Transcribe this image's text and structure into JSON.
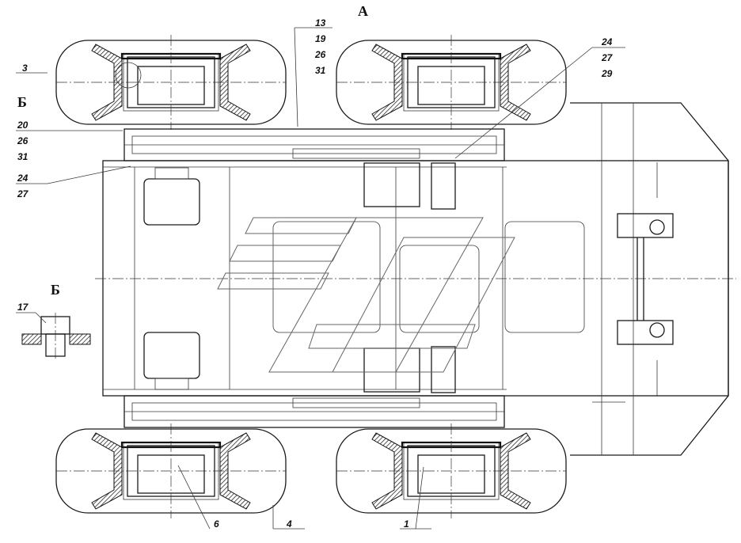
{
  "view_label": "А",
  "detail_label": "Б",
  "callouts": {
    "c3": "3",
    "c13": "13",
    "c19": "19",
    "c26a": "26",
    "c31a": "31",
    "c24a": "24",
    "c27a": "27",
    "c29": "29",
    "c20": "20",
    "c26b": "26",
    "c31b": "31",
    "c24b": "24",
    "c27b": "27",
    "c17": "17",
    "c6": "6",
    "c4": "4",
    "c1": "1"
  }
}
